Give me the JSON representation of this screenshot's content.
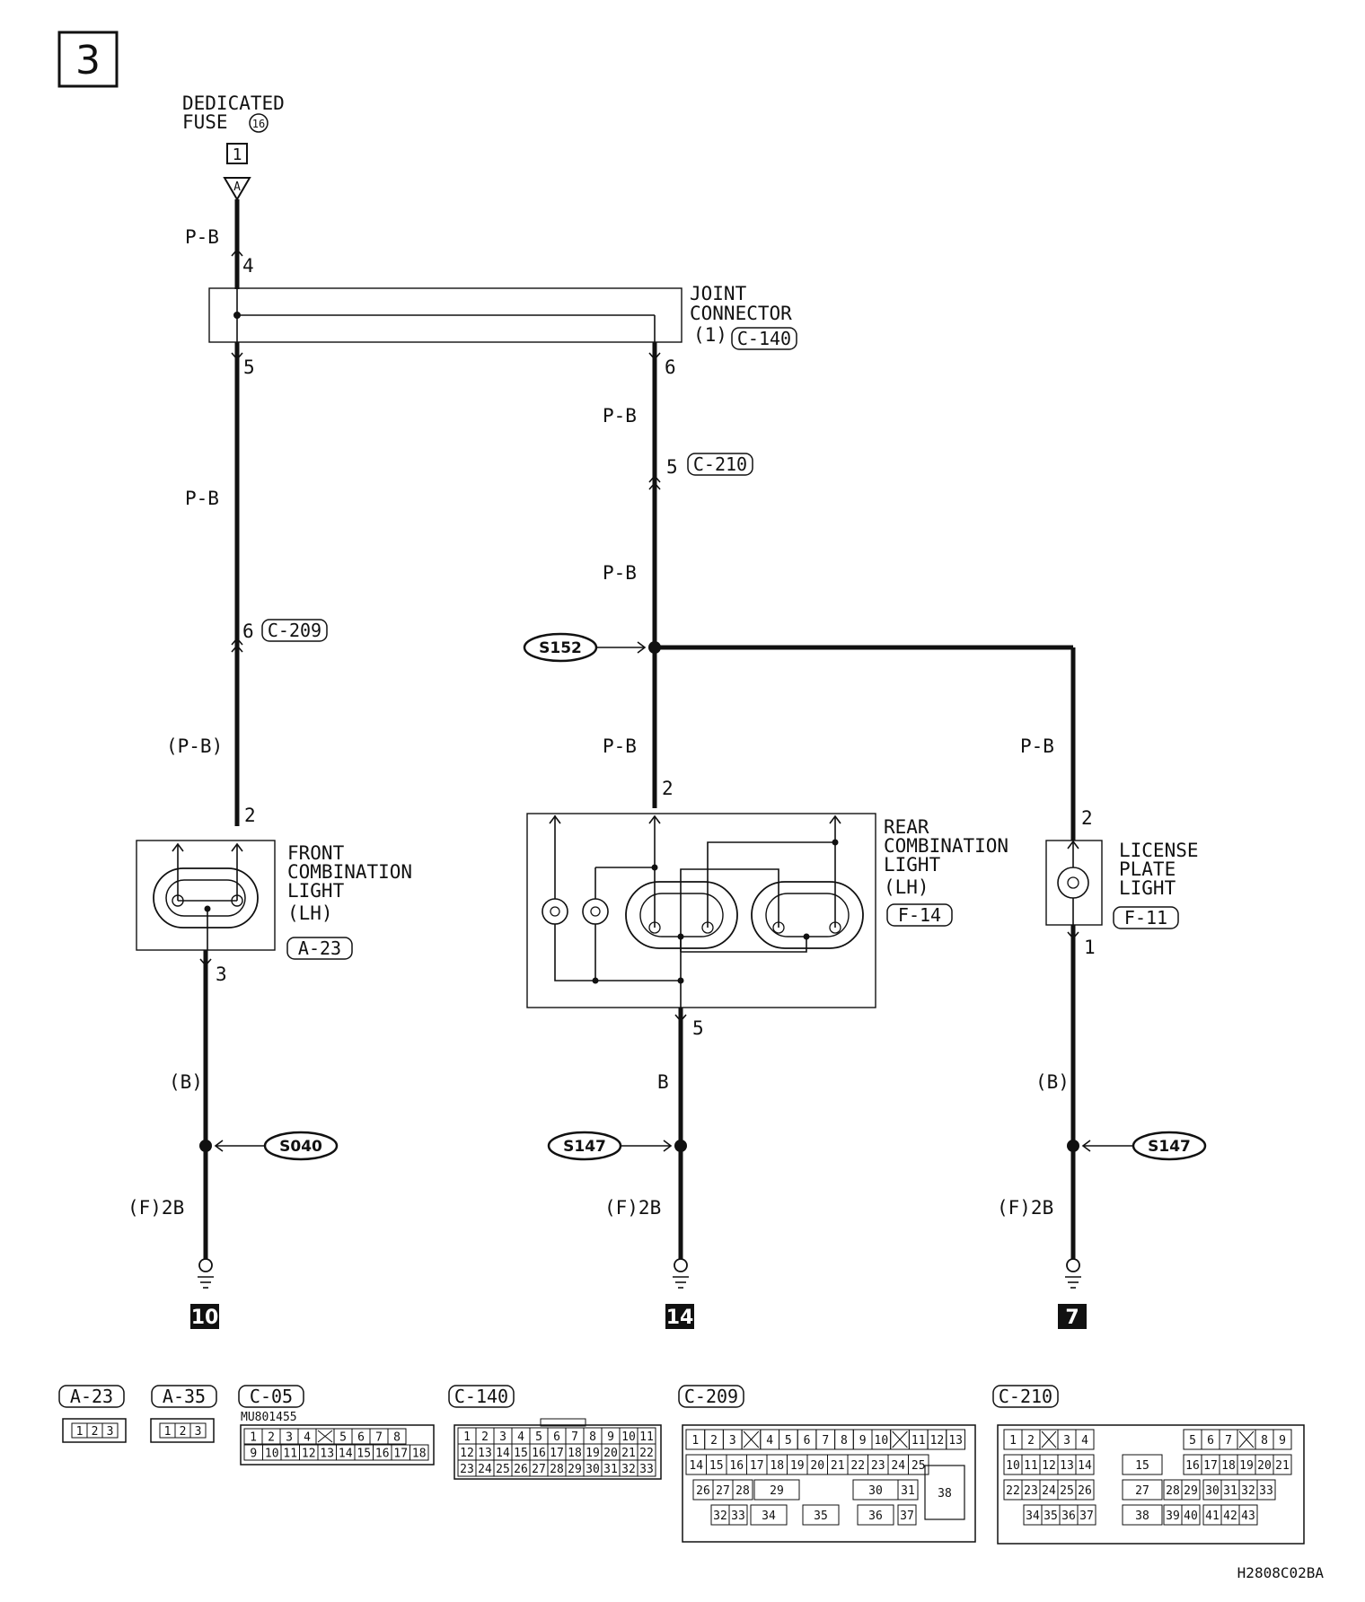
{
  "page_number": "3",
  "fuse": {
    "line1": "DEDICATED",
    "line2": "FUSE",
    "number": "16",
    "box_label": "1",
    "terminal": "A"
  },
  "joint_connector": {
    "line1": "JOINT",
    "line2": "CONNECTOR",
    "line3": "(1)",
    "code": "C-140",
    "pin_in": "4",
    "pin_left": "5",
    "pin_right": "6"
  },
  "wires": {
    "pb_top": "P-B",
    "pb_left": "P-B",
    "pb_left_paren": "(P-B)",
    "pb_mid1": "P-B",
    "pb_mid2": "P-B",
    "pb_mid3": "P-B",
    "pb_right": "P-B",
    "b_left": "(B)",
    "b_mid": "B",
    "b_right": "(B)",
    "ground_left": "(F)2B",
    "ground_mid": "(F)2B",
    "ground_right": "(F)2B"
  },
  "inline_connectors": {
    "c209": {
      "pin": "6",
      "code": "C-209"
    },
    "c210": {
      "pin": "5",
      "code": "C-210"
    }
  },
  "splices": {
    "s152": "S152",
    "s040": "S040",
    "s147_mid": "S147",
    "s147_right": "S147"
  },
  "front_light": {
    "line1": "FRONT",
    "line2": "COMBINATION",
    "line3": "LIGHT",
    "line4": "(LH)",
    "code": "A-23",
    "pin_top": "2",
    "pin_bottom": "3"
  },
  "rear_light": {
    "line1": "REAR",
    "line2": "COMBINATION",
    "line3": "LIGHT",
    "line4": "(LH)",
    "code": "F-14",
    "pin_top": "2",
    "pin_bottom": "5"
  },
  "license_light": {
    "line1": "LICENSE",
    "line2": "PLATE",
    "line3": "LIGHT",
    "code": "F-11",
    "pin_top": "2",
    "pin_bottom": "1"
  },
  "grounds": {
    "left": "10",
    "mid": "14",
    "right": "7"
  },
  "connector_views": {
    "a23": {
      "code": "A-23",
      "pins": [
        "1",
        "2",
        "3"
      ]
    },
    "a35": {
      "code": "A-35",
      "pins": [
        "1",
        "2",
        "3"
      ]
    },
    "c05": {
      "code": "C-05",
      "part": "MU801455",
      "row1": [
        "1",
        "2",
        "3",
        "4",
        "",
        "5",
        "6",
        "7",
        "8"
      ],
      "row2": [
        "9",
        "10",
        "11",
        "12",
        "13",
        "14",
        "15",
        "16",
        "17",
        "18"
      ]
    },
    "c140": {
      "code": "C-140",
      "row1": [
        "1",
        "2",
        "3",
        "4",
        "5",
        "6",
        "7",
        "8",
        "9",
        "10",
        "11"
      ],
      "row2": [
        "12",
        "13",
        "14",
        "15",
        "16",
        "17",
        "18",
        "19",
        "20",
        "21",
        "22"
      ],
      "row3": [
        "23",
        "24",
        "25",
        "26",
        "27",
        "28",
        "29",
        "30",
        "31",
        "32",
        "33"
      ]
    },
    "c209": {
      "code": "C-209",
      "row1": [
        "1",
        "2",
        "3",
        "",
        "4",
        "5",
        "6",
        "7",
        "8",
        "9",
        "10",
        "",
        "11",
        "12",
        "13"
      ],
      "row2": [
        "14",
        "15",
        "16",
        "17",
        "18",
        "19",
        "20",
        "21",
        "22",
        "23",
        "24",
        "25"
      ],
      "row3": [
        "26",
        "27",
        "28",
        "29",
        "30",
        "31",
        "38"
      ],
      "row4": [
        "32",
        "33",
        "34",
        "35",
        "36",
        "37"
      ]
    },
    "c210": {
      "code": "C-210",
      "row1": [
        "1",
        "2",
        "",
        "3",
        "4",
        "5",
        "6",
        "7",
        "",
        "8",
        "9"
      ],
      "row2": [
        "10",
        "11",
        "12",
        "13",
        "14",
        "15",
        "16",
        "17",
        "18",
        "19",
        "20",
        "21"
      ],
      "row3": [
        "22",
        "23",
        "24",
        "25",
        "26",
        "27",
        "28",
        "29",
        "30",
        "31",
        "32",
        "33"
      ],
      "row4": [
        "34",
        "35",
        "36",
        "37",
        "38",
        "39",
        "40",
        "41",
        "42",
        "43"
      ]
    }
  },
  "footer_code": "H2808C02BA"
}
